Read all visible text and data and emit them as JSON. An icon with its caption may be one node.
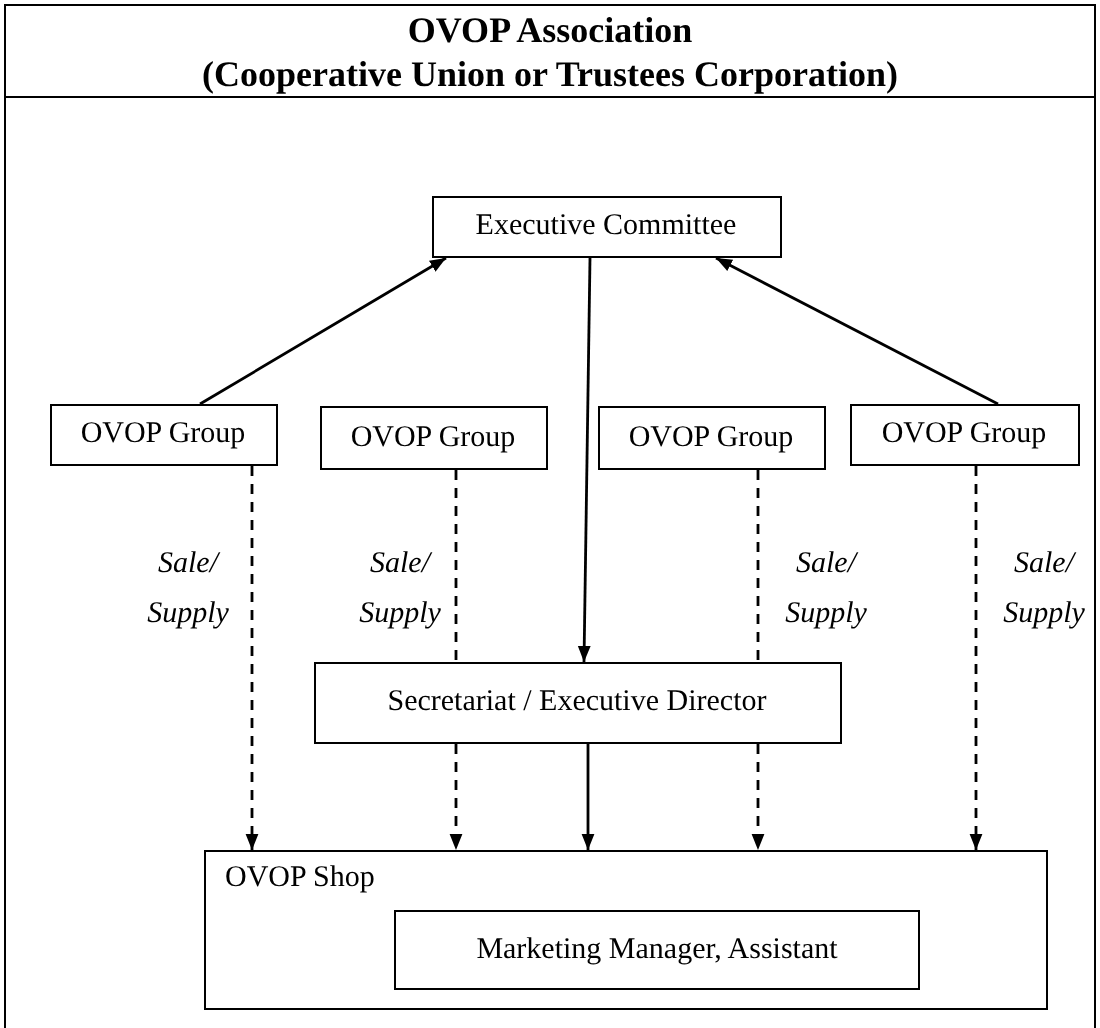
{
  "diagram": {
    "nodes": [
      {
        "text": [
          "OVOP Association",
          "(Cooperative Union or Trustees Corporation)"
        ]
      },
      {
        "text": [
          "Executive Committee"
        ],
        "in": 0
      },
      {
        "text": [
          "OVOP Group"
        ],
        "in": 0
      },
      {
        "text": [
          "OVOP Group"
        ],
        "in": 0
      },
      {
        "text": [
          "OVOP Group"
        ],
        "in": 0
      },
      {
        "text": [
          "OVOP Group"
        ],
        "in": 0
      },
      {
        "text": [
          "Secretariat / Executive Director"
        ],
        "in": 0
      },
      {
        "text": [
          "OVOP Shop"
        ],
        "in": 0
      },
      {
        "text": [
          "Marketing Manager, Assistant"
        ],
        "in": 7
      }
    ],
    "edges": [
      {
        "from": 2,
        "to": 1,
        "arrow": "to"
      },
      {
        "from": 5,
        "to": 1,
        "arrow": "to"
      },
      {
        "from": 1,
        "to": 6,
        "arrow": "to"
      },
      {
        "from": 6,
        "to": 7,
        "arrow": "to"
      },
      {
        "from": 2,
        "to": 7,
        "arrow": "to",
        "style": "dashed",
        "label": "Sale/ Supply"
      },
      {
        "from": 3,
        "to": 6,
        "arrow": "none",
        "style": "dashed",
        "label": "Sale/ Supply"
      },
      {
        "from": 6,
        "to": 7,
        "arrow": "to",
        "style": "dashed"
      },
      {
        "from": 4,
        "to": 6,
        "arrow": "none",
        "style": "dashed",
        "label": "Sale/ Supply"
      },
      {
        "from": 6,
        "to": 7,
        "arrow": "to",
        "style": "dashed"
      },
      {
        "from": 5,
        "to": 7,
        "arrow": "to",
        "style": "dashed",
        "label": "Sale/ Supply"
      }
    ]
  }
}
